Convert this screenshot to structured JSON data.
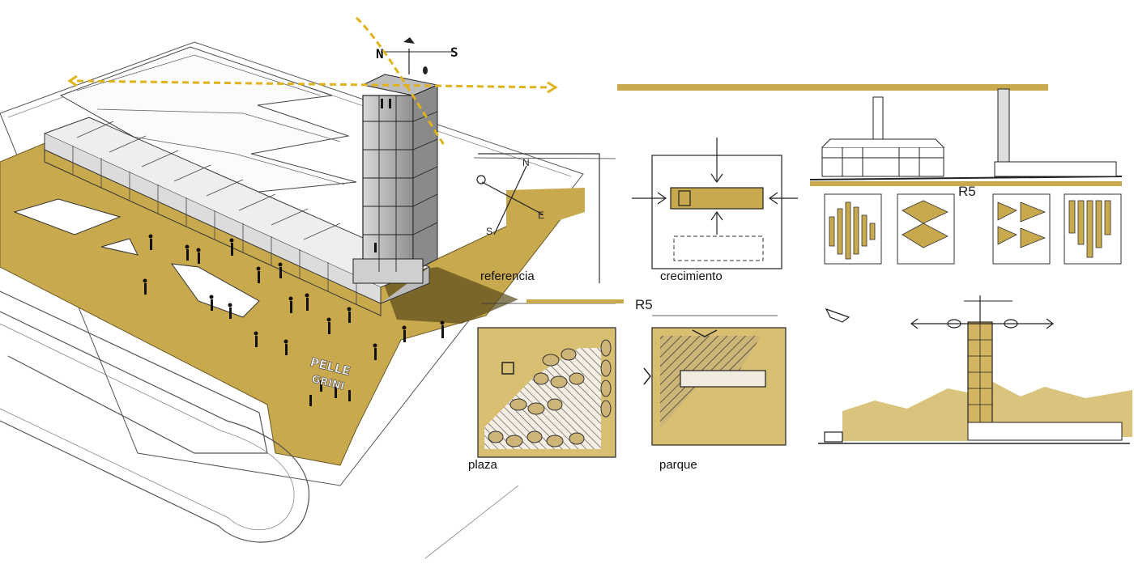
{
  "palette": {
    "ochre": "#c9a94e",
    "ochre_dark": "#8c7430",
    "ink": "#1a1a1a",
    "dash": "#e0b21c",
    "paper": "#ffffff"
  },
  "compass": {
    "north": "N",
    "south": "S"
  },
  "labels": {
    "referencia": "referencia",
    "crecimiento": "crecimiento",
    "plaza": "plaza",
    "parque": "parque",
    "r5_middle": "R5",
    "r5_right": "R5"
  },
  "sign_text": {
    "line1": "PELLE",
    "line2": "GRINI"
  }
}
